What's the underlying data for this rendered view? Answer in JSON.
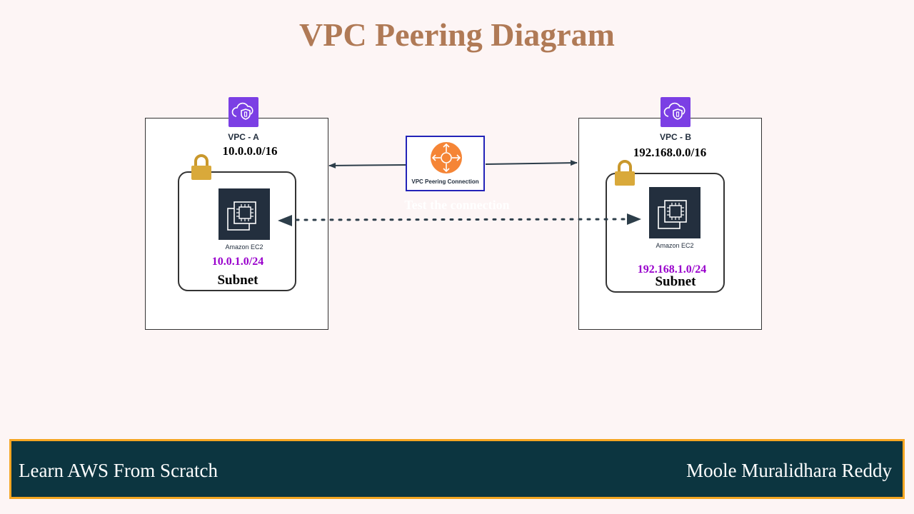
{
  "title": "VPC Peering Diagram",
  "colors": {
    "title": "#b07a56",
    "vpc_icon": "#7b3fe4",
    "lock": "#d9a93a",
    "ec2_bg": "#232f3e",
    "subnet_cidr": "#9900cc",
    "peering_icon": "#f58536",
    "peering_border": "#2323b8",
    "footer_bg": "#0c3540",
    "footer_border": "#f5a623"
  },
  "vpc_a": {
    "icon": "vpc-shield-icon",
    "label": "VPC - A",
    "cidr": "10.0.0.0/16",
    "subnet": {
      "icon": "lock-icon",
      "instance_icon": "ec2-chip-icon",
      "instance_label": "Amazon EC2",
      "cidr": "10.0.1.0/24",
      "label": "Subnet"
    }
  },
  "vpc_b": {
    "icon": "vpc-shield-icon",
    "label": "VPC - B",
    "cidr": "192.168.0.0/16",
    "subnet": {
      "icon": "lock-icon",
      "instance_icon": "ec2-chip-icon",
      "instance_label": "Amazon EC2",
      "cidr": "192.168.1.0/24",
      "label": "Subnet"
    }
  },
  "peering": {
    "icon": "peering-router-icon",
    "label": "VPC Peering Connection"
  },
  "test_connection_label": "Test the connection",
  "footer": {
    "left": "Learn AWS From Scratch",
    "right": "Moole Muralidhara Reddy"
  }
}
